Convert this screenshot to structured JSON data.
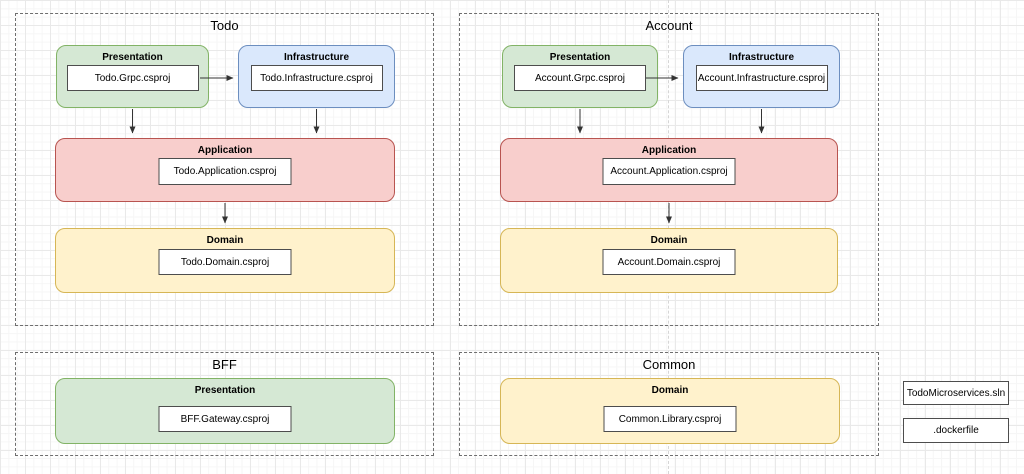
{
  "diagram": {
    "groups": {
      "todo": {
        "title": "Todo",
        "layers": {
          "presentation": {
            "label": "Presentation",
            "project": "Todo.Grpc.csproj"
          },
          "infrastructure": {
            "label": "Infrastructure",
            "project": "Todo.Infrastructure.csproj"
          },
          "application": {
            "label": "Application",
            "project": "Todo.Application.csproj"
          },
          "domain": {
            "label": "Domain",
            "project": "Todo.Domain.csproj"
          }
        }
      },
      "account": {
        "title": "Account",
        "layers": {
          "presentation": {
            "label": "Presentation",
            "project": "Account.Grpc.csproj"
          },
          "infrastructure": {
            "label": "Infrastructure",
            "project": "Account.Infrastructure.csproj"
          },
          "application": {
            "label": "Application",
            "project": "Account.Application.csproj"
          },
          "domain": {
            "label": "Domain",
            "project": "Account.Domain.csproj"
          }
        }
      },
      "bff": {
        "title": "BFF",
        "layers": {
          "presentation": {
            "label": "Presentation",
            "project": "BFF.Gateway.csproj"
          }
        }
      },
      "common": {
        "title": "Common",
        "layers": {
          "domain": {
            "label": "Domain",
            "project": "Common.Library.csproj"
          }
        }
      }
    },
    "files": {
      "solution": "TodoMicroservices.sln",
      "dockerfile": ".dockerfile"
    },
    "colors": {
      "presentation_fill": "#d5e8d4",
      "presentation_stroke": "#82b366",
      "infrastructure_fill": "#dae8fc",
      "infrastructure_stroke": "#6c8ebf",
      "application_fill": "#f8cecc",
      "application_stroke": "#b85450",
      "domain_fill": "#fff2cc",
      "domain_stroke": "#d6b656",
      "arrow_stroke": "#333333"
    }
  }
}
